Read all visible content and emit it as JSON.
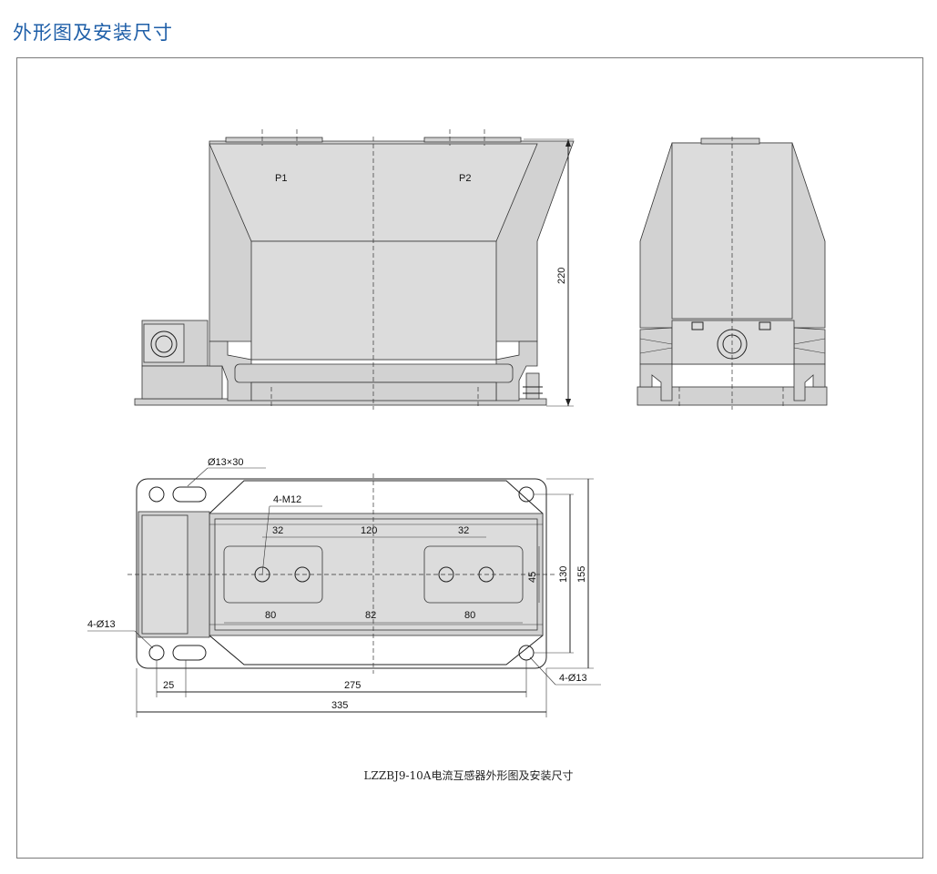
{
  "page": {
    "title": "外形图及安装尺寸",
    "caption": "LZZBJ9-10A电流互感器外形图及安装尺寸"
  },
  "front_view": {
    "terminal_left": "P1",
    "terminal_right": "P2",
    "height_dim": "220"
  },
  "bottom_view": {
    "slot_label": "Ø13×30",
    "thread_label": "4-M12",
    "hole_label_left": "4-Ø13",
    "hole_label_right": "4-Ø13",
    "dims": {
      "d32_left": "32",
      "d120": "120",
      "d32_right": "32",
      "d80_left": "80",
      "d82": "82",
      "d80_right": "80",
      "d45": "45",
      "d130": "130",
      "d155": "155",
      "d25": "25",
      "d275": "275",
      "d335": "335"
    }
  },
  "colors": {
    "title": "#1f5fa8",
    "body_fill": "#d2d2d2",
    "frame": "#7a7a7a"
  }
}
